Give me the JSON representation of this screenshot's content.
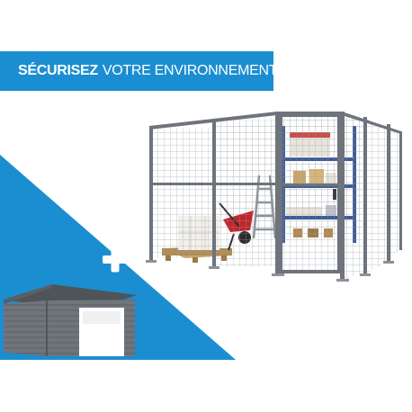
{
  "banner": {
    "title_bold": "SÉCURISEZ",
    "title_regular": "VOTRE ENVIRONNEMENT"
  },
  "colors": {
    "brand_blue": "#1b8ed1",
    "cage_frame": "#6e737c",
    "mesh": "#9aa0a8",
    "pallet": "#c9a56a",
    "barrow_red": "#c0262b",
    "shelf_blue": "#3f5c96",
    "garage_gray": "#6f747a"
  },
  "icons": {
    "plus": "plus-icon",
    "cage": "storage-cage-illustration",
    "garage": "garage-illustration"
  }
}
